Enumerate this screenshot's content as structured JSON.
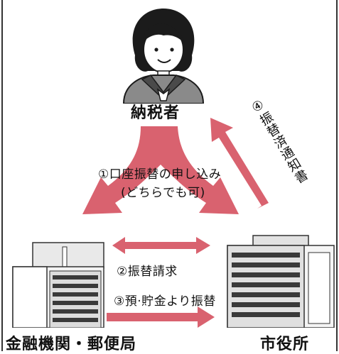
{
  "nodes": {
    "taxpayer": "納税者",
    "bank": "金融機関・郵便局",
    "city_hall": "市役所"
  },
  "steps": {
    "step1_line1": "①口座振替の申し込み",
    "step1_line2": "(どちらでも可)",
    "step2": "②振替請求",
    "step3": "③預·貯金より振替",
    "step4": "④振替済通知書"
  },
  "colors": {
    "arrow": "#d9626f",
    "building_dark": "#3a3a3a",
    "building_light": "#e6e6e6"
  }
}
